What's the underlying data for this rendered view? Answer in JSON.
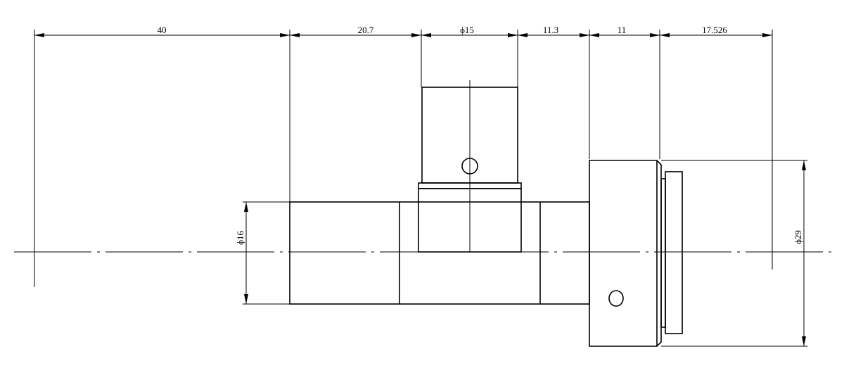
{
  "dimensions": {
    "d1": "40",
    "d2": "20.7",
    "d3": "ϕ15",
    "d4": "11.3",
    "d5": "11",
    "d6": "17.526",
    "left_dia": "ϕ16",
    "right_dia": "ϕ29"
  }
}
